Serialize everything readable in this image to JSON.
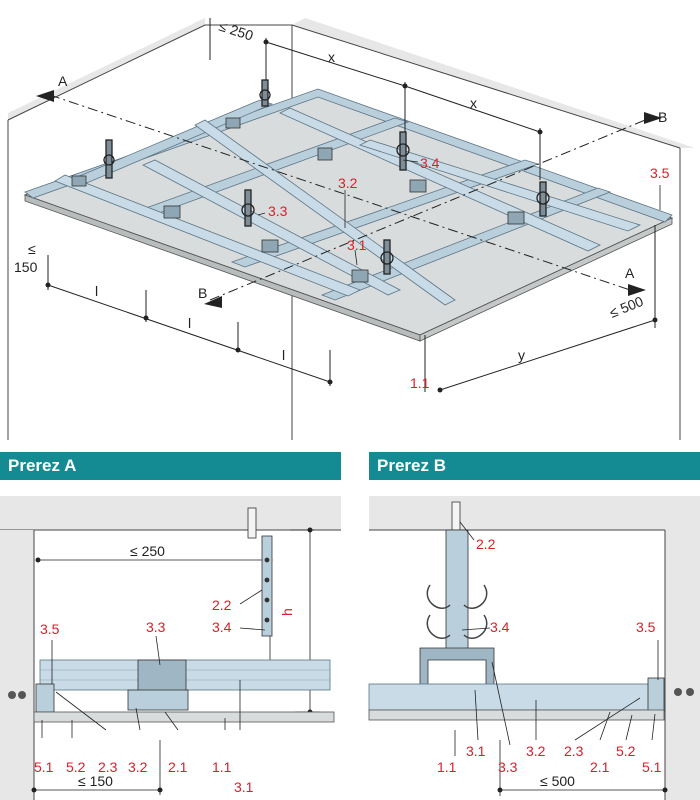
{
  "colors": {
    "red_label": "#d8202a",
    "black_label": "#222222",
    "banner_bg": "#148a92",
    "profile": "#b9cfdc",
    "board": "#d9dcdc",
    "wall": "#e7e7e7"
  },
  "section_a": {
    "title": "Prerez A"
  },
  "section_b": {
    "title": "Prerez B"
  },
  "iso": {
    "dims": {
      "le250": "≤ 250",
      "x1": "x",
      "x2": "x",
      "le150_sym": "≤",
      "le150_num": "150",
      "l1": "l",
      "l2": "l",
      "l3": "l",
      "y": "y",
      "le500": "≤ 500"
    },
    "sections": {
      "a_left": "A",
      "a_right": "A",
      "b_left": "B",
      "b_right": "B"
    },
    "labels": {
      "l34": "3.4",
      "l35": "3.5",
      "l32": "3.2",
      "l33": "3.3",
      "l31": "3.1",
      "l11": "1.1"
    }
  },
  "prerez_a": {
    "dim_250": "≤ 250",
    "dim_150": "≤ 150",
    "h": "h",
    "labels": {
      "l22": "2.2",
      "l34": "3.4",
      "l35": "3.5",
      "l33": "3.3",
      "l51": "5.1",
      "l52": "5.2",
      "l23": "2.3",
      "l32": "3.2",
      "l21": "2.1",
      "l11": "1.1",
      "l31": "3.1"
    }
  },
  "prerez_b": {
    "dim_500": "≤ 500",
    "labels": {
      "l22": "2.2",
      "l34": "3.4",
      "l35": "3.5",
      "l11": "1.1",
      "l31": "3.1",
      "l33": "3.3",
      "l32": "3.2",
      "l23": "2.3",
      "l21": "2.1",
      "l52": "5.2",
      "l51": "5.1"
    }
  }
}
